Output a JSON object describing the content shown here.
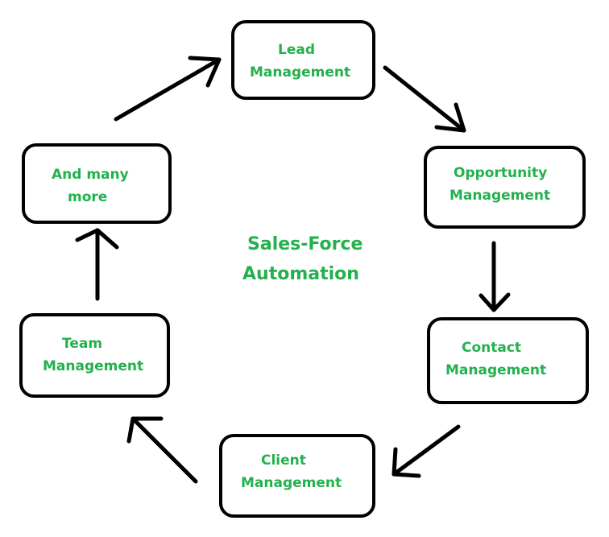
{
  "diagram": {
    "type": "cycle",
    "title_line1": "Sales-Force",
    "title_line2": "Automation",
    "text_color": "#22B14C",
    "nodes": [
      {
        "id": "lead",
        "line1": "Lead",
        "line2": "Management"
      },
      {
        "id": "opportunity",
        "line1": "Opportunity",
        "line2": "Management"
      },
      {
        "id": "contact",
        "line1": "Contact",
        "line2": "Management"
      },
      {
        "id": "client",
        "line1": "Client",
        "line2": "Management"
      },
      {
        "id": "team",
        "line1": "Team",
        "line2": "Management"
      },
      {
        "id": "more",
        "line1": "And many",
        "line2": "more"
      }
    ],
    "edges": [
      {
        "from": "lead",
        "to": "opportunity"
      },
      {
        "from": "opportunity",
        "to": "contact"
      },
      {
        "from": "contact",
        "to": "client"
      },
      {
        "from": "client",
        "to": "team"
      },
      {
        "from": "team",
        "to": "more"
      },
      {
        "from": "more",
        "to": "lead"
      }
    ]
  }
}
